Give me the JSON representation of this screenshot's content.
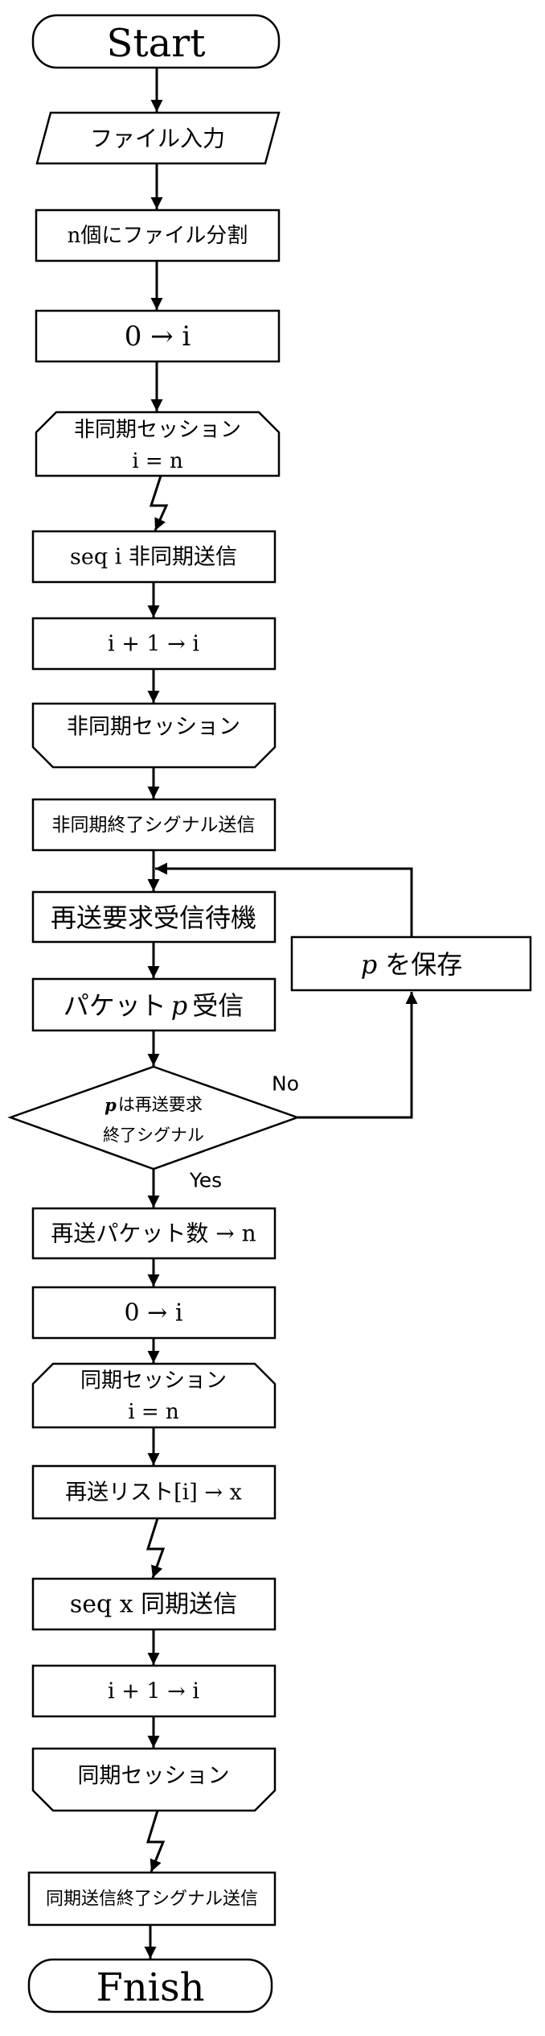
{
  "nodes": {
    "start": "Start",
    "file_input": "ファイル入力",
    "split": "n個にファイル分割",
    "init_i": "0 → i",
    "async_loop_start": {
      "line1": "非同期セッション",
      "line2": "i = n"
    },
    "async_send": "seq i 非同期送信",
    "async_increment": "i + 1 → i",
    "async_loop_end": "非同期セッション",
    "async_end_signal": "非同期終了シグナル送信",
    "wait_resend": "再送要求受信待機",
    "receive_packet": {
      "prefix": "パケット",
      "var": "p",
      "suffix": "受信"
    },
    "decision": {
      "var": "p",
      "line1": "は再送要求",
      "line2": "終了シグナル"
    },
    "save_packet": {
      "var": "p",
      "suffix": "を保存"
    },
    "resend_count": "再送パケット数 → n",
    "init_i_2": "0 → i",
    "sync_loop_start": {
      "line1": "同期セッション",
      "line2": "i = n"
    },
    "resend_list": "再送リスト[i] → x",
    "sync_send": "seq x 同期送信",
    "sync_increment": "i + 1 → i",
    "sync_loop_end": "同期セッション",
    "sync_end_signal": "同期送信終了シグナル送信",
    "finish": "Fnish"
  },
  "labels": {
    "no": "No",
    "yes": "Yes"
  }
}
